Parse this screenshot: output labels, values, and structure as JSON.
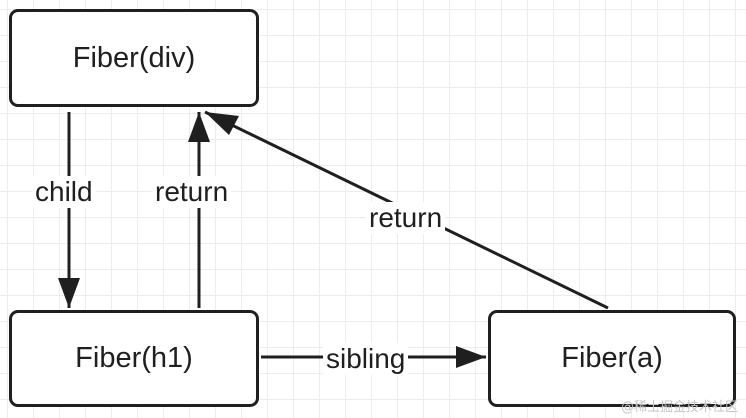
{
  "nodes": {
    "div": "Fiber(div)",
    "h1": "Fiber(h1)",
    "a": "Fiber(a)"
  },
  "edges": {
    "child": "child",
    "return_h1": "return",
    "return_a": "return",
    "sibling": "sibling"
  },
  "watermark": "@稀土掘金技术社区",
  "colors": {
    "stroke": "#1f1f1f",
    "grid": "#ececec",
    "background": "#ffffff"
  }
}
